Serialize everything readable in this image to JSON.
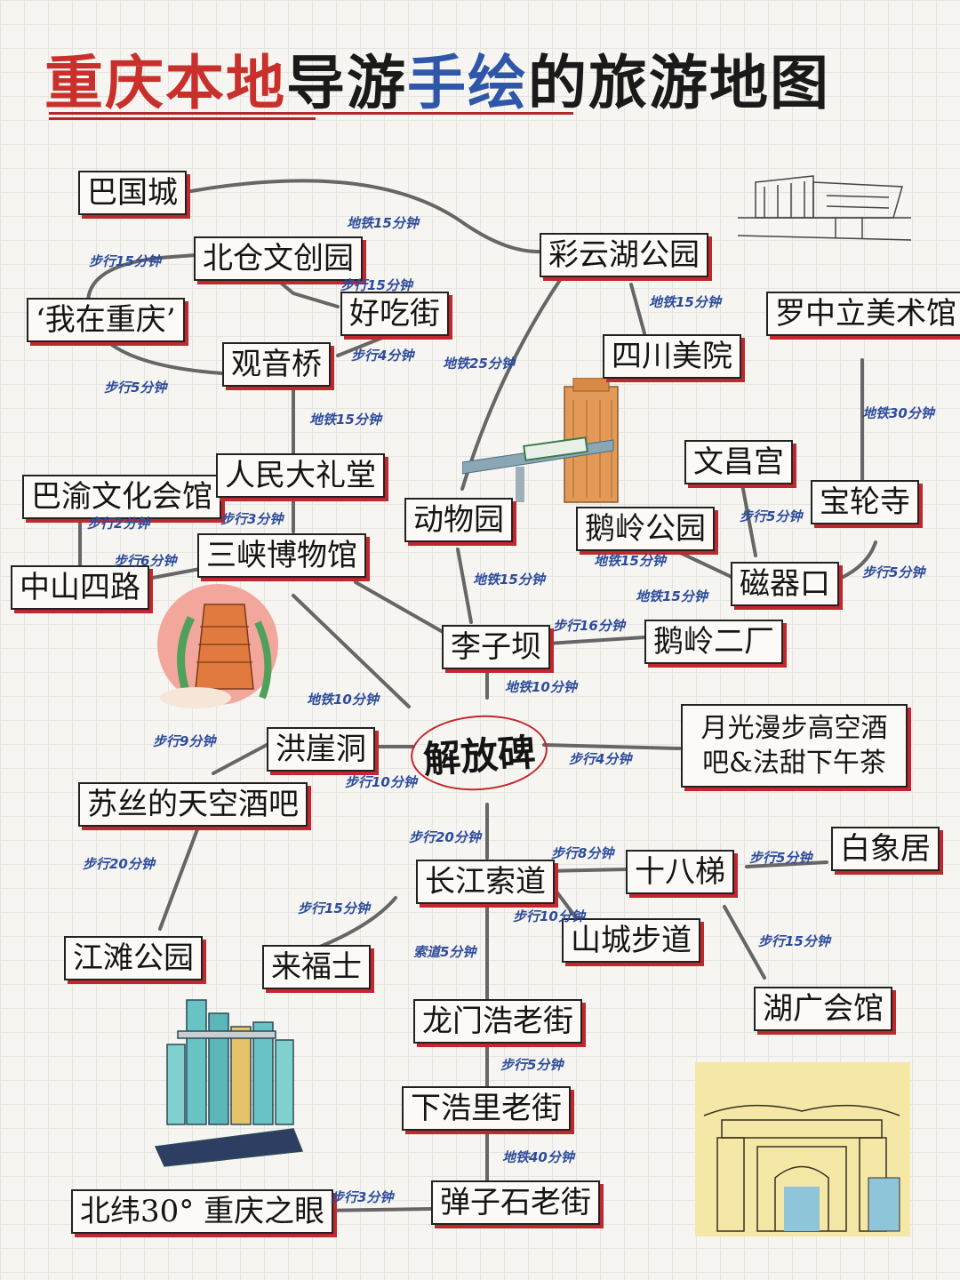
{
  "title": {
    "part1": "重庆本地",
    "part2": "导游",
    "part3": "手绘",
    "part4": "的旅游地图"
  },
  "center": "解放碑",
  "nodes": {
    "baguocheng": "巴国城",
    "beicang": "北仓文创园",
    "caiyunhu": "彩云湖公园",
    "woaizhongqing": "‘我在重庆’",
    "haochijie": "好吃街",
    "luozhongli": "罗中立美术馆",
    "guanyinqiao": "观音桥",
    "sichuanmeiyuan": "四川美院",
    "wenchanggong": "文昌宫",
    "baoyu": "巴渝文化会馆",
    "renmindalitang": "人民大礼堂",
    "dongwuyuan": "动物园",
    "eling": "鹅岭公园",
    "baolunsi": "宝轮寺",
    "sanxia": "三峡博物馆",
    "ciqikou": "磁器口",
    "zhongshansilu": "中山四路",
    "liziba": "李子坝",
    "elingerchang": "鹅岭二厂",
    "moonlight": "月光漫步高空酒吧&法甜下午茶",
    "hongyadong": "洪崖洞",
    "susi": "苏丝的天空酒吧",
    "changjiang": "长江索道",
    "shibati": "十八梯",
    "baixiangju": "白象居",
    "jiangtan": "江滩公园",
    "laifushi": "来福士",
    "shancheng": "山城步道",
    "huguang": "湖广会馆",
    "longmenhao": "龙门浩老街",
    "xiahaoli": "下浩里老街",
    "beiwei": "北纬30° 重庆之眼",
    "danzishi": "弹子石老街"
  },
  "edges": {
    "e1": "地铁15分钟",
    "e2": "步行15分钟",
    "e3": "步行15分钟",
    "e4": "地铁15分钟",
    "e5": "步行4分钟",
    "e6": "地铁25分钟",
    "e7": "步行5分钟",
    "e8": "地铁15分钟",
    "e9": "地铁30分钟",
    "e10": "步行2分钟",
    "e11": "步行3分钟",
    "e12": "步行5分钟",
    "e13": "步行6分钟",
    "e14": "地铁15分钟",
    "e15": "步行5分钟",
    "e16": "地铁15分钟",
    "e17": "地铁15分钟",
    "e18": "步行16分钟",
    "e19": "地铁10分钟",
    "e20": "地铁10分钟",
    "e21": "步行9分钟",
    "e22": "步行4分钟",
    "e23": "步行10分钟",
    "e24": "步行20分钟",
    "e25": "步行8分钟",
    "e26": "步行5分钟",
    "e27": "步行20分钟",
    "e28": "步行15分钟",
    "e29": "步行10分钟",
    "e30": "索道5分钟",
    "e31": "步行15分钟",
    "e32": "步行5分钟",
    "e33": "地铁40分钟",
    "e34": "步行3分钟"
  },
  "colors": {
    "accent_red": "#c0282d",
    "label_blue": "#2d4c9c",
    "title_blue": "#2f56a8",
    "line_gray": "#666666"
  }
}
